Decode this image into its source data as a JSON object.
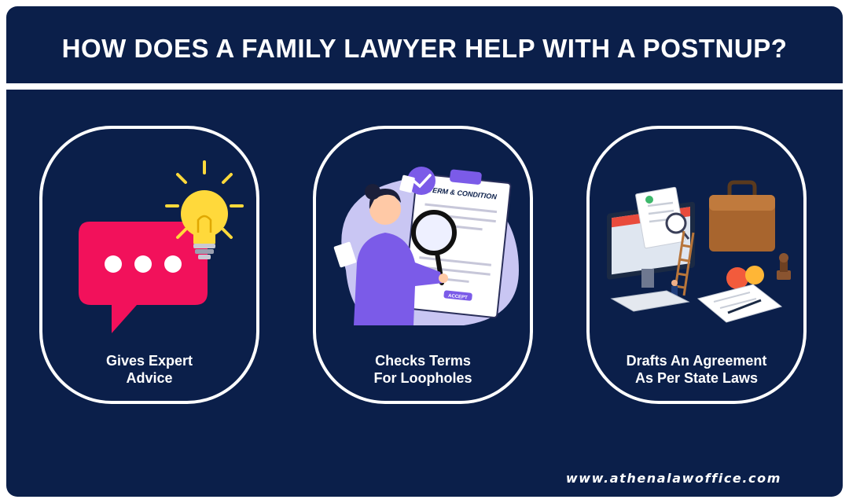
{
  "header": {
    "title": "HOW DOES A FAMILY LAWYER HELP WITH A POSTNUP?"
  },
  "cards": [
    {
      "label_line1": "Gives Expert",
      "label_line2": "Advice",
      "icon": "speech-bubble-lightbulb-icon"
    },
    {
      "label_line1": "Checks Terms",
      "label_line2": "For Loopholes",
      "icon": "magnifier-document-icon",
      "document_heading": "TERM & CONDITION",
      "stamp_text": "ACCEPT"
    },
    {
      "label_line1": "Drafts An Agreement",
      "label_line2": "As Per State Laws",
      "icon": "legal-desk-icon"
    }
  ],
  "footer": {
    "website": "www.athenalawoffice.com"
  },
  "colors": {
    "navy": "#0b1f4a",
    "pink": "#f2115b",
    "yellow": "#ffd93b",
    "purple": "#7b5be8",
    "lavender": "#c9c6f3",
    "brown": "#a8652e"
  }
}
